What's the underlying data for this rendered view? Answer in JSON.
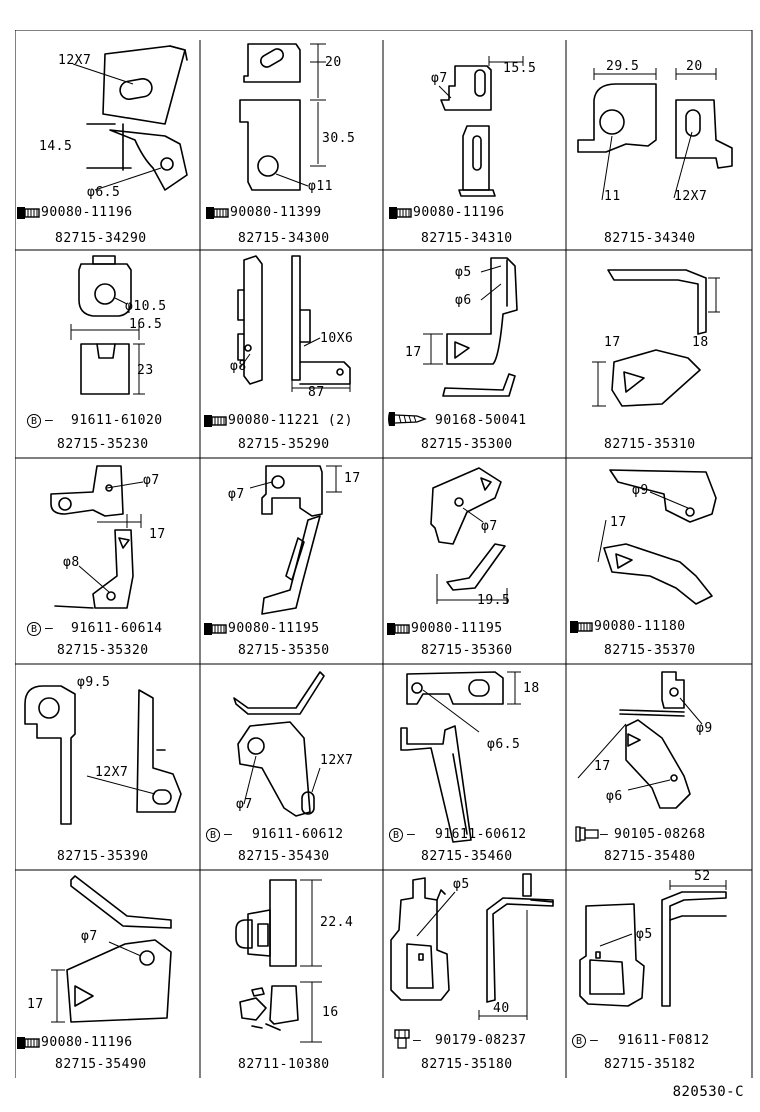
{
  "sheet_code": "820530-C",
  "cells": [
    {
      "part": "82715-34290",
      "fastener": "90080-11196",
      "fastener_icon": "bolt-icon",
      "dims": [
        "12X7",
        "14.5",
        "φ6.5"
      ]
    },
    {
      "part": "82715-34300",
      "fastener": "90080-11399",
      "fastener_icon": "bolt-icon",
      "dims": [
        "20",
        "30.5",
        "φ11"
      ]
    },
    {
      "part": "82715-34310",
      "fastener": "90080-11196",
      "fastener_icon": "bolt-icon",
      "dims": [
        "φ7",
        "15.5"
      ]
    },
    {
      "part": "82715-34340",
      "fastener": "",
      "fastener_icon": "",
      "dims": [
        "29.5",
        "20",
        "11",
        "12X7"
      ]
    },
    {
      "part": "82715-35230",
      "fastener": "91611-61020",
      "fastener_icon": "b-circle-icon",
      "dims": [
        "φ10.5",
        "16.5",
        "23"
      ]
    },
    {
      "part": "82715-35290",
      "fastener": "90080-11221 (2)",
      "fastener_icon": "bolt-icon",
      "dims": [
        "10X6",
        "φ8",
        "87"
      ]
    },
    {
      "part": "82715-35300",
      "fastener": "90168-50041",
      "fastener_icon": "screw-icon",
      "dims": [
        "φ5",
        "φ6",
        "17"
      ]
    },
    {
      "part": "82715-35310",
      "fastener": "",
      "fastener_icon": "",
      "dims": [
        "17",
        "18"
      ]
    },
    {
      "part": "82715-35320",
      "fastener": "91611-60614",
      "fastener_icon": "b-circle-icon",
      "dims": [
        "φ7",
        "17",
        "φ8"
      ]
    },
    {
      "part": "82715-35350",
      "fastener": "90080-11195",
      "fastener_icon": "bolt-icon",
      "dims": [
        "φ7",
        "17"
      ]
    },
    {
      "part": "82715-35360",
      "fastener": "90080-11195",
      "fastener_icon": "bolt-icon",
      "dims": [
        "φ7",
        "19.5"
      ]
    },
    {
      "part": "82715-35370",
      "fastener": "90080-11180",
      "fastener_icon": "bolt-icon",
      "dims": [
        "φ9",
        "17"
      ]
    },
    {
      "part": "82715-35390",
      "fastener": "",
      "fastener_icon": "",
      "dims": [
        "φ9.5",
        "12X7"
      ]
    },
    {
      "part": "82715-35430",
      "fastener": "91611-60612",
      "fastener_icon": "b-circle-icon",
      "dims": [
        "12X7",
        "φ7"
      ]
    },
    {
      "part": "82715-35460",
      "fastener": "91611-60612",
      "fastener_icon": "b-circle-icon",
      "dims": [
        "18",
        "φ6.5"
      ]
    },
    {
      "part": "82715-35480",
      "fastener": "90105-08268",
      "fastener_icon": "flange-bolt-icon",
      "dims": [
        "φ9",
        "17",
        "φ6"
      ]
    },
    {
      "part": "82715-35490",
      "fastener": "90080-11196",
      "fastener_icon": "bolt-icon",
      "dims": [
        "φ7",
        "17"
      ]
    },
    {
      "part": "82711-10380",
      "fastener": "",
      "fastener_icon": "",
      "dims": [
        "22.4",
        "16"
      ]
    },
    {
      "part": "82715-35180",
      "fastener": "90179-08237",
      "fastener_icon": "nut-icon",
      "dims": [
        "φ5",
        "40"
      ]
    },
    {
      "part": "82715-35182",
      "fastener": "91611-F0812",
      "fastener_icon": "b-circle-icon",
      "dims": [
        "52",
        "φ5"
      ]
    }
  ]
}
